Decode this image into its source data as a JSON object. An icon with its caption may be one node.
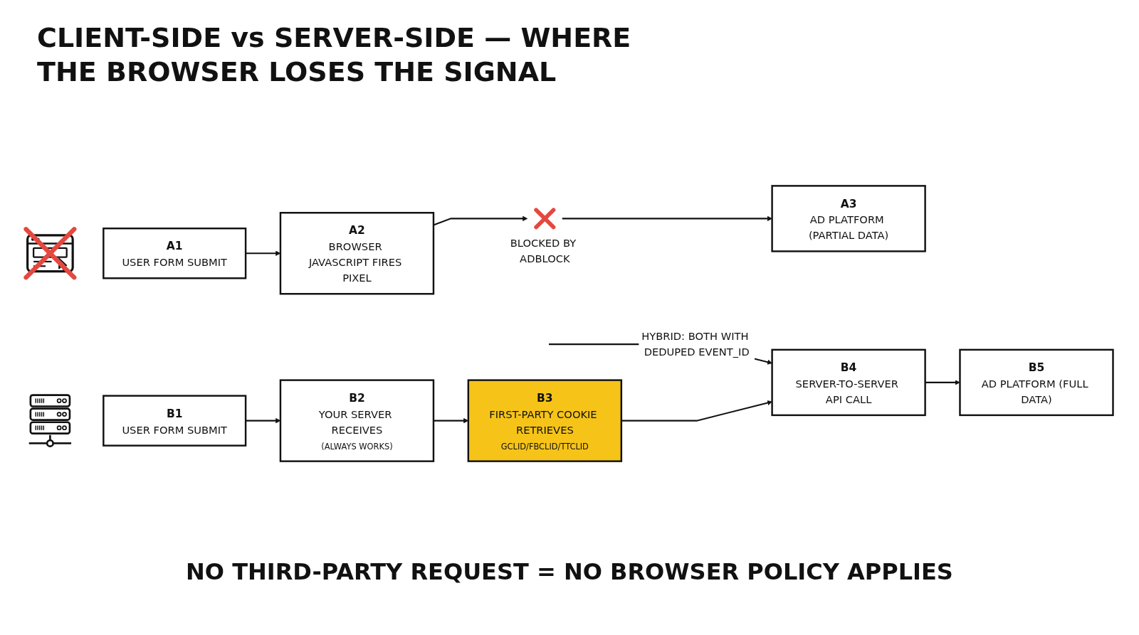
{
  "diagram": {
    "title": "CLIENT-SIDE vs SERVER-SIDE — WHERE THE BROWSER LOSES THE SIGNAL",
    "caption": "NO THIRD-PARTY REQUEST = NO BROWSER POLICY APPLIES",
    "nodes": [
      {
        "text": [],
        "shape": "picture"
      },
      {
        "text": [
          "A1",
          "USER FORM SUBMIT"
        ]
      },
      {
        "text": [
          "A2",
          "BROWSER JAVASCRIPT FIRES PIXEL"
        ]
      },
      {
        "text": [],
        "shape": "cross",
        "beside": [
          "BLOCKED BY ADBLOCK"
        ]
      },
      {
        "text": [
          "A3",
          "AD PLATFORM (PARTIAL DATA)"
        ]
      },
      {
        "text": [],
        "shape": "picture"
      },
      {
        "text": [
          "B1",
          "USER FORM SUBMIT"
        ]
      },
      {
        "text": [
          "B2",
          "YOUR SERVER RECEIVES",
          "(ALWAYS WORKS)"
        ]
      },
      {
        "text": [
          "B3",
          "FIRST-PARTY COOKIE RETRIEVES",
          "GCLID/FBCLID/TTCLID"
        ]
      },
      {
        "text": [
          "B4",
          "SERVER-TO-SERVER API CALL"
        ]
      },
      {
        "text": [
          "B5",
          "AD PLATFORM (FULL DATA)"
        ]
      }
    ],
    "edges": [
      {
        "from": 1,
        "to": 2,
        "arrow": "to"
      },
      {
        "from": 2,
        "to": 3,
        "arrow": "to"
      },
      {
        "from": 3,
        "to": 4,
        "arrow": "to"
      },
      {
        "from": null,
        "to": 9,
        "arrow": "to",
        "label": "HYBRID: BOTH WITH DEDUPED EVENT_ID"
      },
      {
        "from": 6,
        "to": 7,
        "arrow": "to"
      },
      {
        "from": 7,
        "to": 8,
        "arrow": "to"
      },
      {
        "from": 8,
        "to": 9,
        "arrow": "to"
      },
      {
        "from": 9,
        "to": 10,
        "arrow": "to"
      }
    ]
  }
}
